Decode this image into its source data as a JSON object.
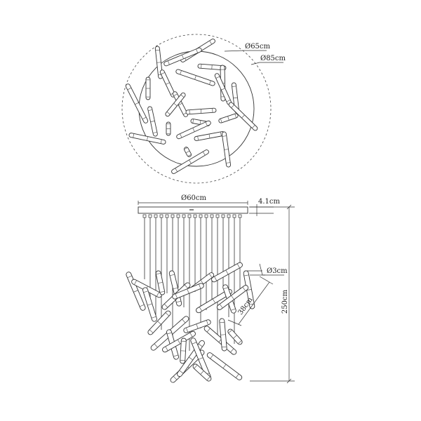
{
  "dimensions": {
    "top_inner_diameter": "Ø65cm",
    "top_outer_diameter": "Ø85cm",
    "canopy_diameter": "Ø60cm",
    "canopy_height": "4.1cm",
    "tube_diameter": "Ø3cm",
    "tube_length": "38cm",
    "total_height": "250cm"
  }
}
